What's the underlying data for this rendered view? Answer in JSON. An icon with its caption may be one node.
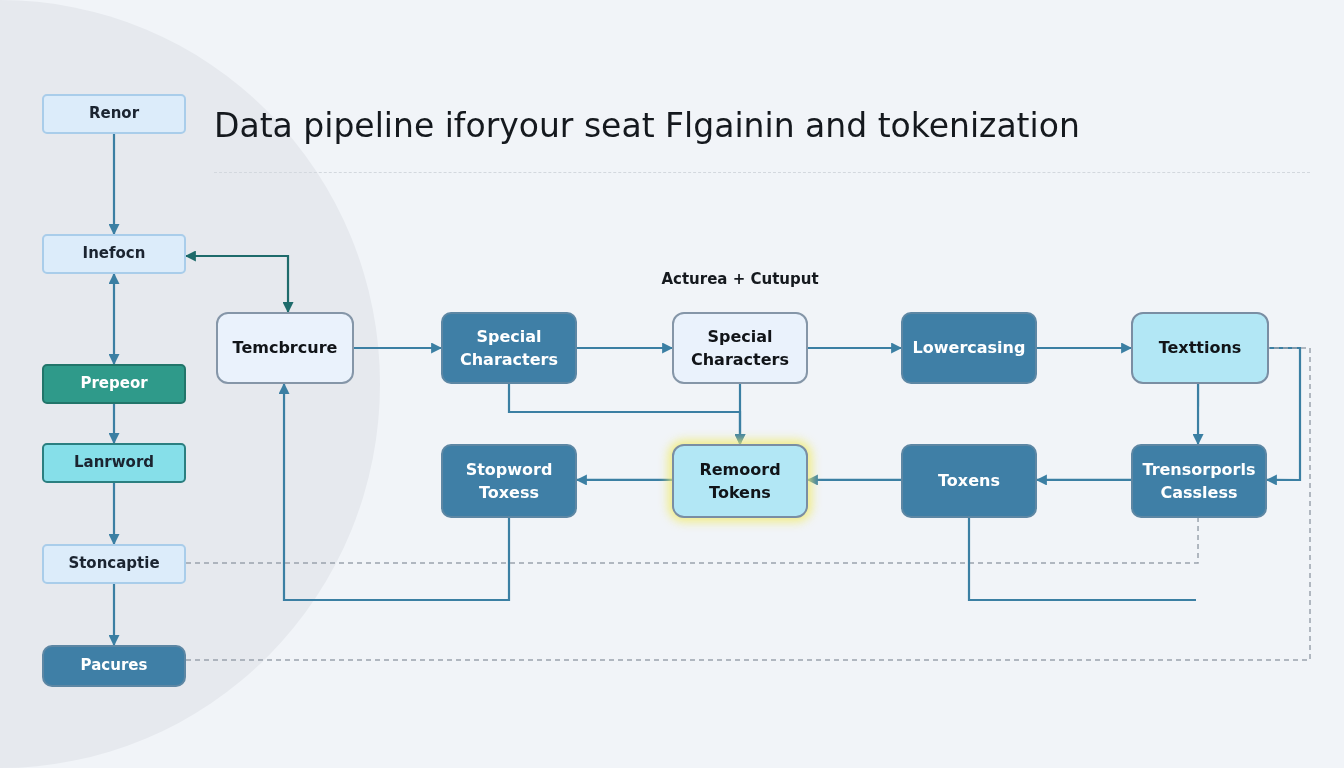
{
  "diagram": {
    "title": "Data pipeline iforyour seat Flgainin and tokenization",
    "nodes": [
      {
        "text": [
          "Renor"
        ]
      },
      {
        "text": [
          "Inefocn"
        ]
      },
      {
        "text": [
          "Prepeor"
        ]
      },
      {
        "text": [
          "Lanrword"
        ]
      },
      {
        "text": [
          "Stoncaptie"
        ]
      },
      {
        "text": [
          "Pacures"
        ]
      },
      {
        "text": [
          "Temcbrcure"
        ]
      },
      {
        "text": [
          "Special Characters"
        ]
      },
      {
        "text": [
          "Special Characters"
        ]
      },
      {
        "text": [
          "Lowercasing"
        ]
      },
      {
        "text": [
          "Texttions"
        ]
      },
      {
        "text": [
          "Stopword Toxess"
        ]
      },
      {
        "text": [
          "Remoord Tokens"
        ]
      },
      {
        "text": [
          "Toxens"
        ]
      },
      {
        "text": [
          "Trensorporls Cassless"
        ]
      }
    ],
    "edges": [
      {
        "from": 0,
        "to": 1,
        "arrow": "to"
      },
      {
        "from": 2,
        "to": 1,
        "arrow": "both"
      },
      {
        "from": 2,
        "to": 3,
        "arrow": "to"
      },
      {
        "from": 3,
        "to": 4,
        "arrow": "to"
      },
      {
        "from": 4,
        "to": 5,
        "arrow": "to"
      },
      {
        "from": 1,
        "to": 6,
        "arrow": "both",
        "color": "#1e6b6b"
      },
      {
        "from": 6,
        "to": 7,
        "arrow": "to"
      },
      {
        "from": 7,
        "to": 8,
        "arrow": "to"
      },
      {
        "from": 8,
        "to": 9,
        "arrow": "to"
      },
      {
        "from": 9,
        "to": 10,
        "arrow": "to"
      },
      {
        "from": 10,
        "to": 14,
        "arrow": "to"
      },
      {
        "from": 10,
        "to": 14,
        "arrow": "to"
      },
      {
        "from": 14,
        "to": 13,
        "arrow": "to"
      },
      {
        "from": 13,
        "to": 12,
        "arrow": "to"
      },
      {
        "from": 12,
        "to": 11,
        "arrow": "to"
      },
      {
        "from": 8,
        "to": 12,
        "arrow": "to"
      },
      {
        "from": 7,
        "to": 12,
        "arrow": "to"
      },
      {
        "from": 11,
        "to": 6,
        "arrow": "to"
      },
      {
        "from": 4,
        "to": 14,
        "arrow": "none",
        "style": "dashed",
        "color": "#9aa3ad"
      },
      {
        "from": 5,
        "to": 10,
        "arrow": "none",
        "style": "dashed",
        "color": "#9aa3ad"
      },
      {
        "from": 13,
        "to": null,
        "arrow": "none"
      }
    ],
    "labels": [
      "Acturea + Cutuput"
    ]
  }
}
